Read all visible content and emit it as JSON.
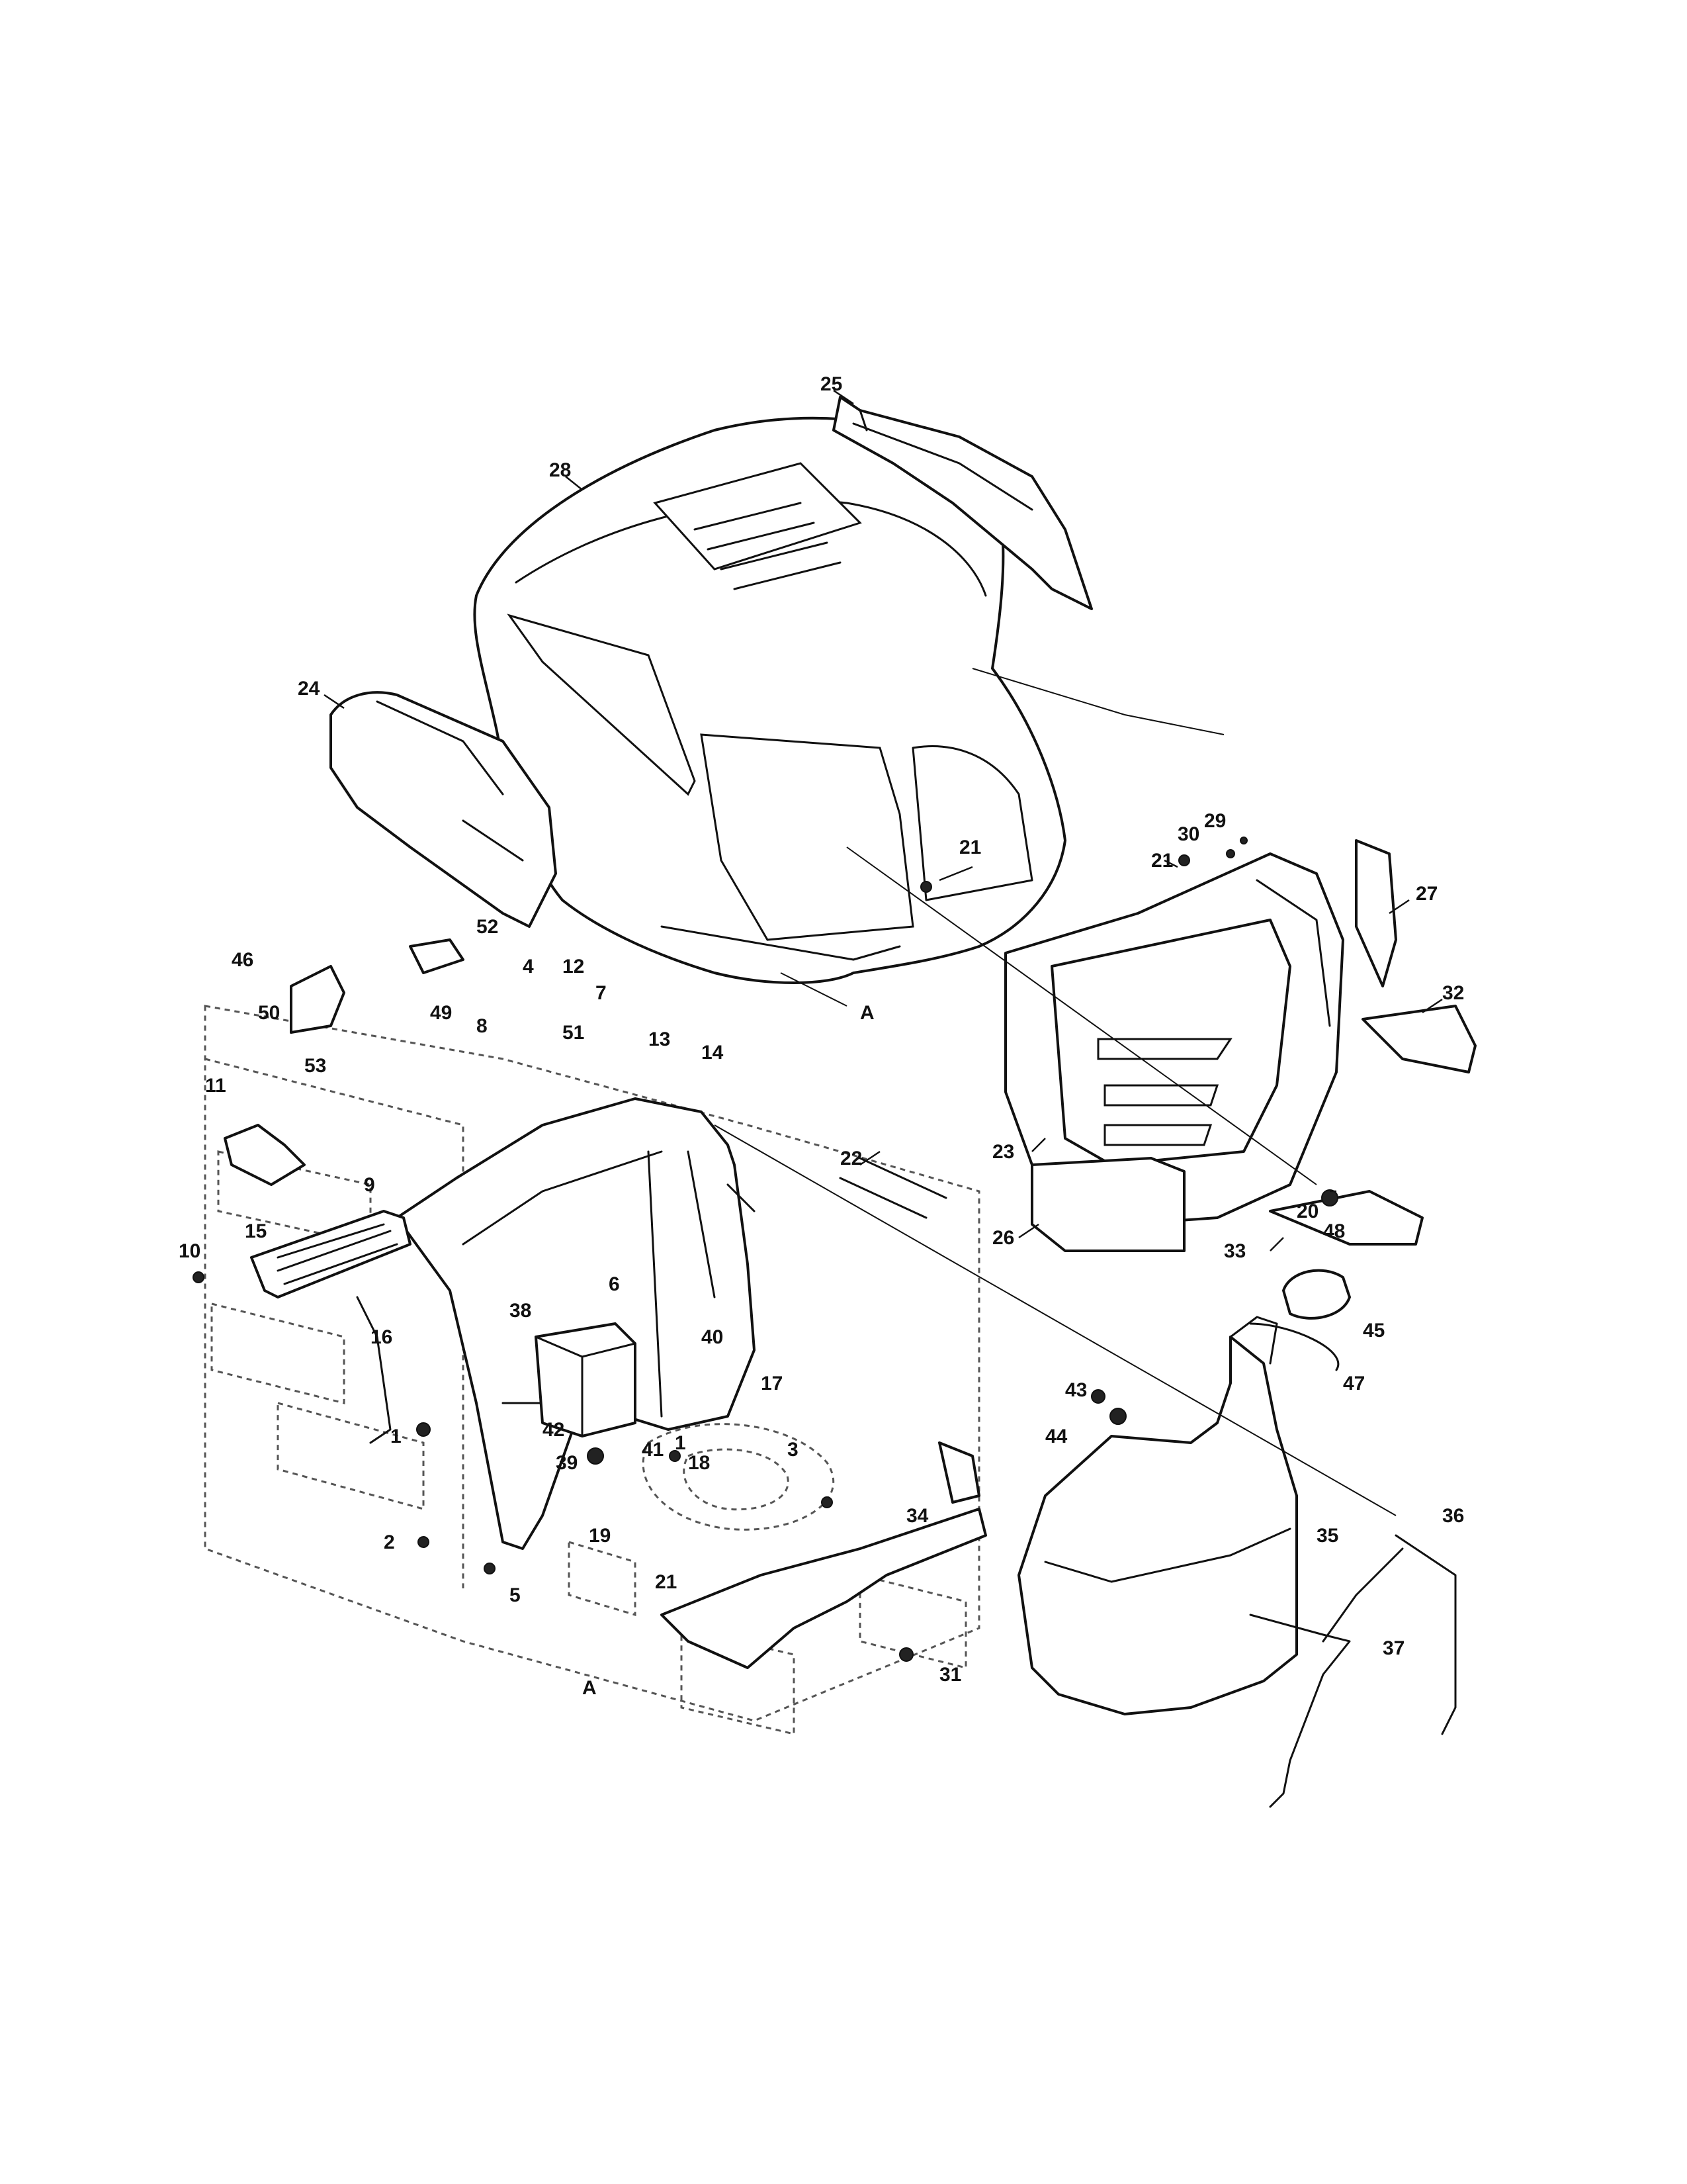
{
  "callouts": [
    {
      "id": "c1a",
      "text": "1"
    },
    {
      "id": "c1b",
      "text": "1"
    },
    {
      "id": "c2",
      "text": "2"
    },
    {
      "id": "c3",
      "text": "3"
    },
    {
      "id": "c4",
      "text": "4"
    },
    {
      "id": "c5",
      "text": "5"
    },
    {
      "id": "c6",
      "text": "6"
    },
    {
      "id": "c7",
      "text": "7"
    },
    {
      "id": "c8",
      "text": "8"
    },
    {
      "id": "c9",
      "text": "9"
    },
    {
      "id": "c10",
      "text": "10"
    },
    {
      "id": "c11",
      "text": "11"
    },
    {
      "id": "c12",
      "text": "12"
    },
    {
      "id": "c13",
      "text": "13"
    },
    {
      "id": "c14",
      "text": "14"
    },
    {
      "id": "c15",
      "text": "15"
    },
    {
      "id": "c16",
      "text": "16"
    },
    {
      "id": "c17",
      "text": "17"
    },
    {
      "id": "c18",
      "text": "18"
    },
    {
      "id": "c19",
      "text": "19"
    },
    {
      "id": "c20",
      "text": "20"
    },
    {
      "id": "c21a",
      "text": "21"
    },
    {
      "id": "c21b",
      "text": "21"
    },
    {
      "id": "c21c",
      "text": "21"
    },
    {
      "id": "c22",
      "text": "22"
    },
    {
      "id": "c23",
      "text": "23"
    },
    {
      "id": "c24",
      "text": "24"
    },
    {
      "id": "c25",
      "text": "25"
    },
    {
      "id": "c26",
      "text": "26"
    },
    {
      "id": "c27",
      "text": "27"
    },
    {
      "id": "c28",
      "text": "28"
    },
    {
      "id": "c29",
      "text": "29"
    },
    {
      "id": "c30",
      "text": "30"
    },
    {
      "id": "c31",
      "text": "31"
    },
    {
      "id": "c32",
      "text": "32"
    },
    {
      "id": "c33",
      "text": "33"
    },
    {
      "id": "c34",
      "text": "34"
    },
    {
      "id": "c35",
      "text": "35"
    },
    {
      "id": "c36",
      "text": "36"
    },
    {
      "id": "c37",
      "text": "37"
    },
    {
      "id": "c38",
      "text": "38"
    },
    {
      "id": "c39",
      "text": "39"
    },
    {
      "id": "c40",
      "text": "40"
    },
    {
      "id": "c41",
      "text": "41"
    },
    {
      "id": "c42",
      "text": "42"
    },
    {
      "id": "c43",
      "text": "43"
    },
    {
      "id": "c44",
      "text": "44"
    },
    {
      "id": "c45",
      "text": "45"
    },
    {
      "id": "c46",
      "text": "46"
    },
    {
      "id": "c47",
      "text": "47"
    },
    {
      "id": "c48",
      "text": "48"
    },
    {
      "id": "c49",
      "text": "49"
    },
    {
      "id": "c50",
      "text": "50"
    },
    {
      "id": "c51",
      "text": "51"
    },
    {
      "id": "c52",
      "text": "52"
    },
    {
      "id": "c53",
      "text": "53"
    },
    {
      "id": "cA1",
      "text": "A"
    },
    {
      "id": "cA2",
      "text": "A"
    }
  ]
}
